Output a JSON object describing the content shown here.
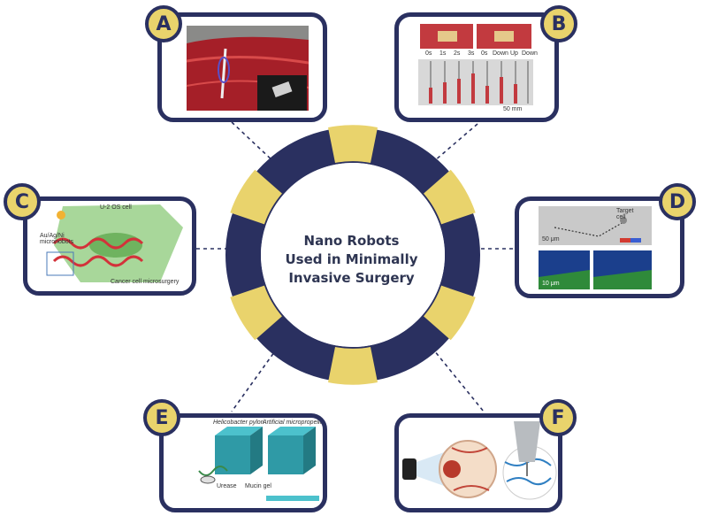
{
  "center": {
    "line1": "Nano Robots",
    "line2": "Used in Minimally",
    "line3": "Invasive Surgery"
  },
  "badges": {
    "a": "A",
    "b": "B",
    "c": "C",
    "d": "D",
    "e": "E",
    "f": "F"
  },
  "panel_b": {
    "time_labels": [
      "0s",
      "1s",
      "2s",
      "3s",
      "0s",
      "Down",
      "Up",
      "Down"
    ],
    "scale": "50 mm"
  },
  "panel_c": {
    "cell": "U-2 OS cell",
    "robots": "Au/Ag/Ni micronobots",
    "caption": "Cancer cell    microsurgery"
  },
  "panel_d": {
    "target": "Target cell",
    "scale1": "50 μm",
    "scale2": "10 μm"
  },
  "panel_e": {
    "title1": "Helicobacter pylori",
    "title2": "Artificial micropropeller",
    "label1": "Urease",
    "label2": "Mucin gel"
  },
  "colors": {
    "navy": "#2a3060",
    "gold": "#e9d36c",
    "tissue_red": "#b3262b",
    "green": "#2f8a3a"
  }
}
